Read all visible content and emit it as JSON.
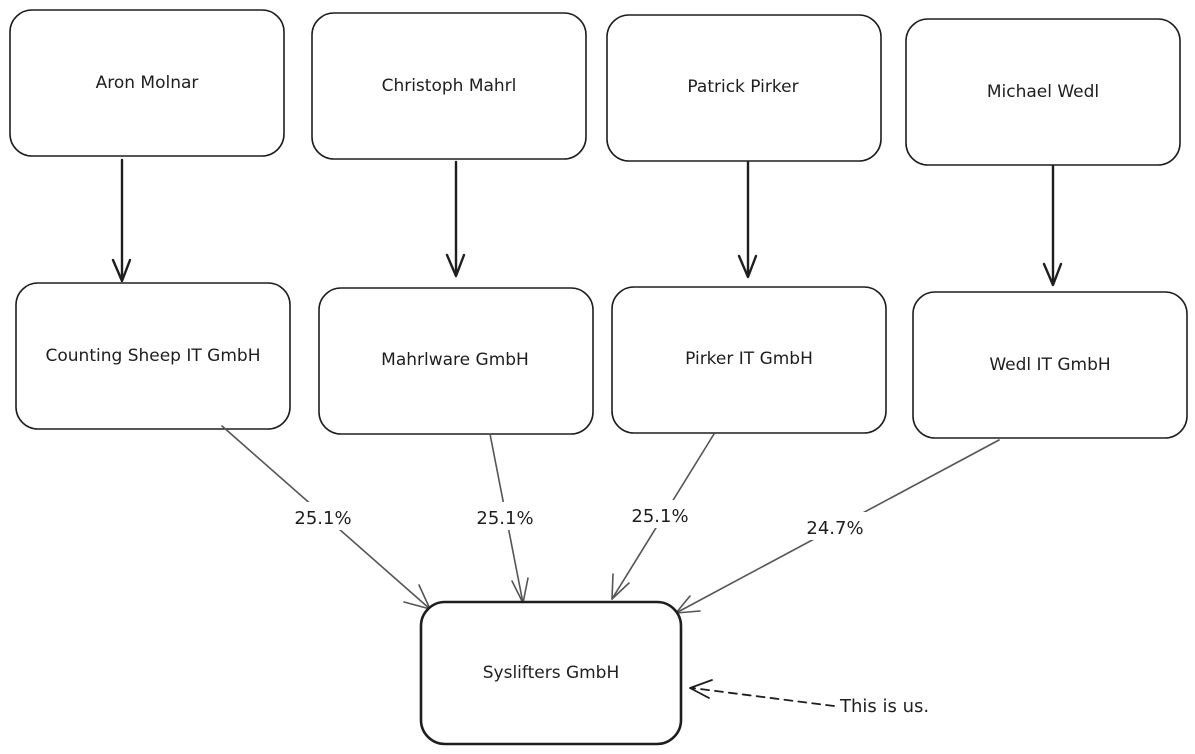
{
  "people": [
    {
      "name": "Aron Molnar"
    },
    {
      "name": "Christoph Mahrl"
    },
    {
      "name": "Patrick Pirker"
    },
    {
      "name": "Michael Wedl"
    }
  ],
  "companies": [
    {
      "name": "Counting Sheep IT GmbH",
      "share": "25.1%"
    },
    {
      "name": "Mahrlware GmbH",
      "share": "25.1%"
    },
    {
      "name": "Pirker IT GmbH",
      "share": "25.1%"
    },
    {
      "name": "Wedl IT GmbH",
      "share": "24.7%"
    }
  ],
  "target": {
    "name": "Syslifters GmbH"
  },
  "note": {
    "text": "This is us."
  }
}
